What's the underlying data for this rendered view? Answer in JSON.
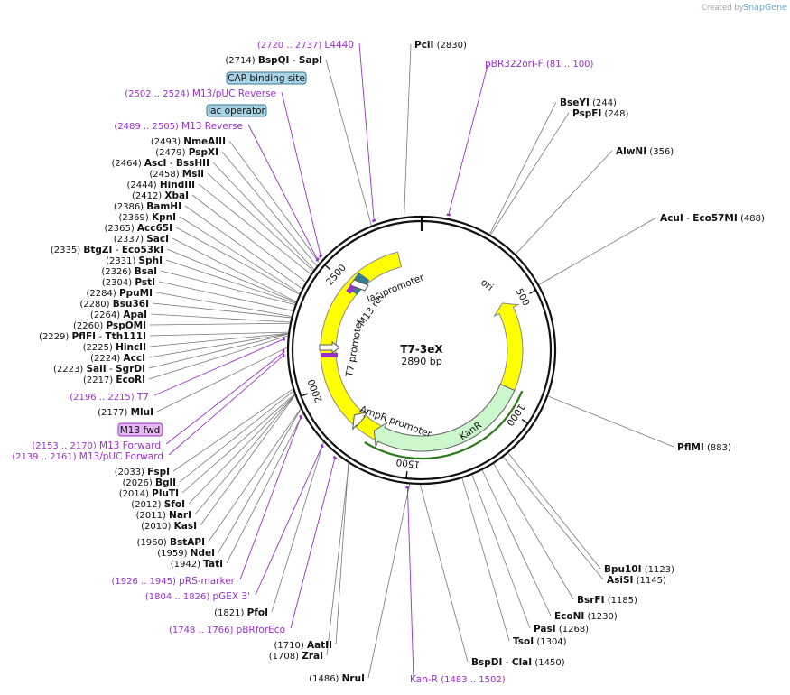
{
  "watermark": {
    "created_by": "Created by",
    "brand": "SnapGene"
  },
  "plasmid": {
    "name": "T7-3eX",
    "length_label": "2890 bp",
    "length": 2890
  },
  "ticks": [
    {
      "pos": 500,
      "label": "500"
    },
    {
      "pos": 1000,
      "label": "1000"
    },
    {
      "pos": 1500,
      "label": "1500"
    },
    {
      "pos": 2000,
      "label": "2000"
    },
    {
      "pos": 2500,
      "label": "2500"
    }
  ],
  "features": [
    {
      "name": "ori",
      "start": 2780,
      "end": 580,
      "dir": -1,
      "color": "#ffff00",
      "track": "outer"
    },
    {
      "name": "KanR",
      "start": 1700,
      "end": 890,
      "dir": -1,
      "color": "#ccf7cc",
      "track": "outer"
    },
    {
      "name": "AmpR promoter",
      "start": 1795,
      "end": 1760,
      "dir": 1,
      "color": "#ffffff",
      "track": "outer"
    },
    {
      "name": "lac promoter",
      "start": 2540,
      "end": 2560,
      "dir": 1,
      "color": "#ffffff",
      "track": "outer"
    },
    {
      "name": "M13 rev",
      "start": 2510,
      "end": 2528,
      "dir": -1,
      "color": "#ffffff",
      "track": "outer"
    },
    {
      "name": "T7 promoter",
      "start": 2233,
      "end": 2250,
      "dir": 1,
      "color": "#ffffff",
      "track": "outer"
    }
  ],
  "sites": [
    {
      "side": "R",
      "name": "PciI",
      "pos": "2830"
    },
    {
      "side": "R",
      "name": "BseYI",
      "pos": "244"
    },
    {
      "side": "R",
      "name": "PspFI",
      "pos": "248"
    },
    {
      "side": "R",
      "name": "AlwNI",
      "pos": "356"
    },
    {
      "side": "R",
      "name": "AcuI",
      "name2": "Eco57MI",
      "pos": "488"
    },
    {
      "side": "R",
      "name": "PflMI",
      "pos": "883"
    },
    {
      "side": "R",
      "name": "Bpu10I",
      "pos": "1123"
    },
    {
      "side": "R",
      "name": "AsiSI",
      "pos": "1145"
    },
    {
      "side": "R",
      "name": "BsrFI",
      "pos": "1185"
    },
    {
      "side": "R",
      "name": "EcoNI",
      "pos": "1230"
    },
    {
      "side": "R",
      "name": "PasI",
      "pos": "1268"
    },
    {
      "side": "R",
      "name": "TsoI",
      "pos": "1304"
    },
    {
      "side": "R",
      "name": "BspDI",
      "name2": "ClaI",
      "pos": "1450"
    },
    {
      "side": "L",
      "name": "NruI",
      "pos": "1486"
    },
    {
      "side": "L",
      "name": "ZraI",
      "pos": "1708"
    },
    {
      "side": "L",
      "name": "AatII",
      "pos": "1710"
    },
    {
      "side": "L",
      "name": "PfoI",
      "pos": "1821"
    },
    {
      "side": "L",
      "name": "TatI",
      "pos": "1942"
    },
    {
      "side": "L",
      "name": "NdeI",
      "pos": "1959"
    },
    {
      "side": "L",
      "name": "BstAPI",
      "pos": "1960"
    },
    {
      "side": "L",
      "name": "KasI",
      "pos": "2010"
    },
    {
      "side": "L",
      "name": "NarI",
      "pos": "2011"
    },
    {
      "side": "L",
      "name": "SfoI",
      "pos": "2012"
    },
    {
      "side": "L",
      "name": "PluTI",
      "pos": "2014"
    },
    {
      "side": "L",
      "name": "BglI",
      "pos": "2026"
    },
    {
      "side": "L",
      "name": "FspI",
      "pos": "2033"
    },
    {
      "side": "L",
      "name": "MluI",
      "pos": "2177"
    },
    {
      "side": "L",
      "name": "EcoRI",
      "pos": "2217"
    },
    {
      "side": "L",
      "name": "SalI",
      "name2": "SgrDI",
      "pos": "2223"
    },
    {
      "side": "L",
      "name": "AccI",
      "pos": "2224"
    },
    {
      "side": "L",
      "name": "HincII",
      "pos": "2225"
    },
    {
      "side": "L",
      "name": "PflFI",
      "name2": "Tth111I",
      "pos": "2229"
    },
    {
      "side": "L",
      "name": "PspOMI",
      "pos": "2260"
    },
    {
      "side": "L",
      "name": "ApaI",
      "pos": "2264"
    },
    {
      "side": "L",
      "name": "Bsu36I",
      "pos": "2280"
    },
    {
      "side": "L",
      "name": "PpuMI",
      "pos": "2284"
    },
    {
      "side": "L",
      "name": "PstI",
      "pos": "2304"
    },
    {
      "side": "L",
      "name": "BsaI",
      "pos": "2326"
    },
    {
      "side": "L",
      "name": "SphI",
      "pos": "2331"
    },
    {
      "side": "L",
      "name": "BtgZI",
      "name2": "Eco53kI",
      "pos": "2335"
    },
    {
      "side": "L",
      "name": "SacI",
      "pos": "2337"
    },
    {
      "side": "L",
      "name": "Acc65I",
      "pos": "2365"
    },
    {
      "side": "L",
      "name": "KpnI",
      "pos": "2369"
    },
    {
      "side": "L",
      "name": "BamHI",
      "pos": "2386"
    },
    {
      "side": "L",
      "name": "XbaI",
      "pos": "2412"
    },
    {
      "side": "L",
      "name": "HindIII",
      "pos": "2444"
    },
    {
      "side": "L",
      "name": "MslI",
      "pos": "2458"
    },
    {
      "side": "L",
      "name": "AscI",
      "name2": "BssHII",
      "pos": "2464"
    },
    {
      "side": "L",
      "name": "PspXI",
      "pos": "2479"
    },
    {
      "side": "L",
      "name": "NmeAIII",
      "pos": "2493"
    },
    {
      "side": "L",
      "name": "BspQI",
      "name2": "SapI",
      "pos": "2714"
    }
  ],
  "primers": [
    {
      "side": "L",
      "name": "L4440",
      "range": "(2720 .. 2737)"
    },
    {
      "side": "R",
      "name": "pBR322ori-F",
      "range": "(81 .. 100)"
    },
    {
      "side": "L",
      "name": "M13/pUC Reverse",
      "range": "(2502 .. 2524)"
    },
    {
      "side": "L",
      "name": "M13 Reverse",
      "range": "(2489 .. 2505)"
    },
    {
      "side": "L",
      "name": "T7",
      "range": "(2196 .. 2215)"
    },
    {
      "side": "L",
      "name": "M13 Forward",
      "range": "(2153 .. 2170)"
    },
    {
      "side": "L",
      "name": "M13/pUC Forward",
      "range": "(2139 .. 2161)"
    },
    {
      "side": "L",
      "name": "pRS-marker",
      "range": "(1926 .. 1945)"
    },
    {
      "side": "L",
      "name": "pGEX 3'",
      "range": "(1804 .. 1826)"
    },
    {
      "side": "L",
      "name": "pBRforEco",
      "range": "(1748 .. 1766)"
    },
    {
      "side": "R",
      "name": "Kan-R",
      "range": "(1483 .. 1502)"
    }
  ],
  "boxed_features": [
    {
      "name": "CAP binding site",
      "color": "#a8d4e6",
      "border": "#3a7a94"
    },
    {
      "name": "lac operator",
      "color": "#a8d4e6",
      "border": "#3a7a94"
    },
    {
      "name": "M13 fwd",
      "color": "#e3b7f2",
      "border": "#9a2fd0"
    }
  ]
}
